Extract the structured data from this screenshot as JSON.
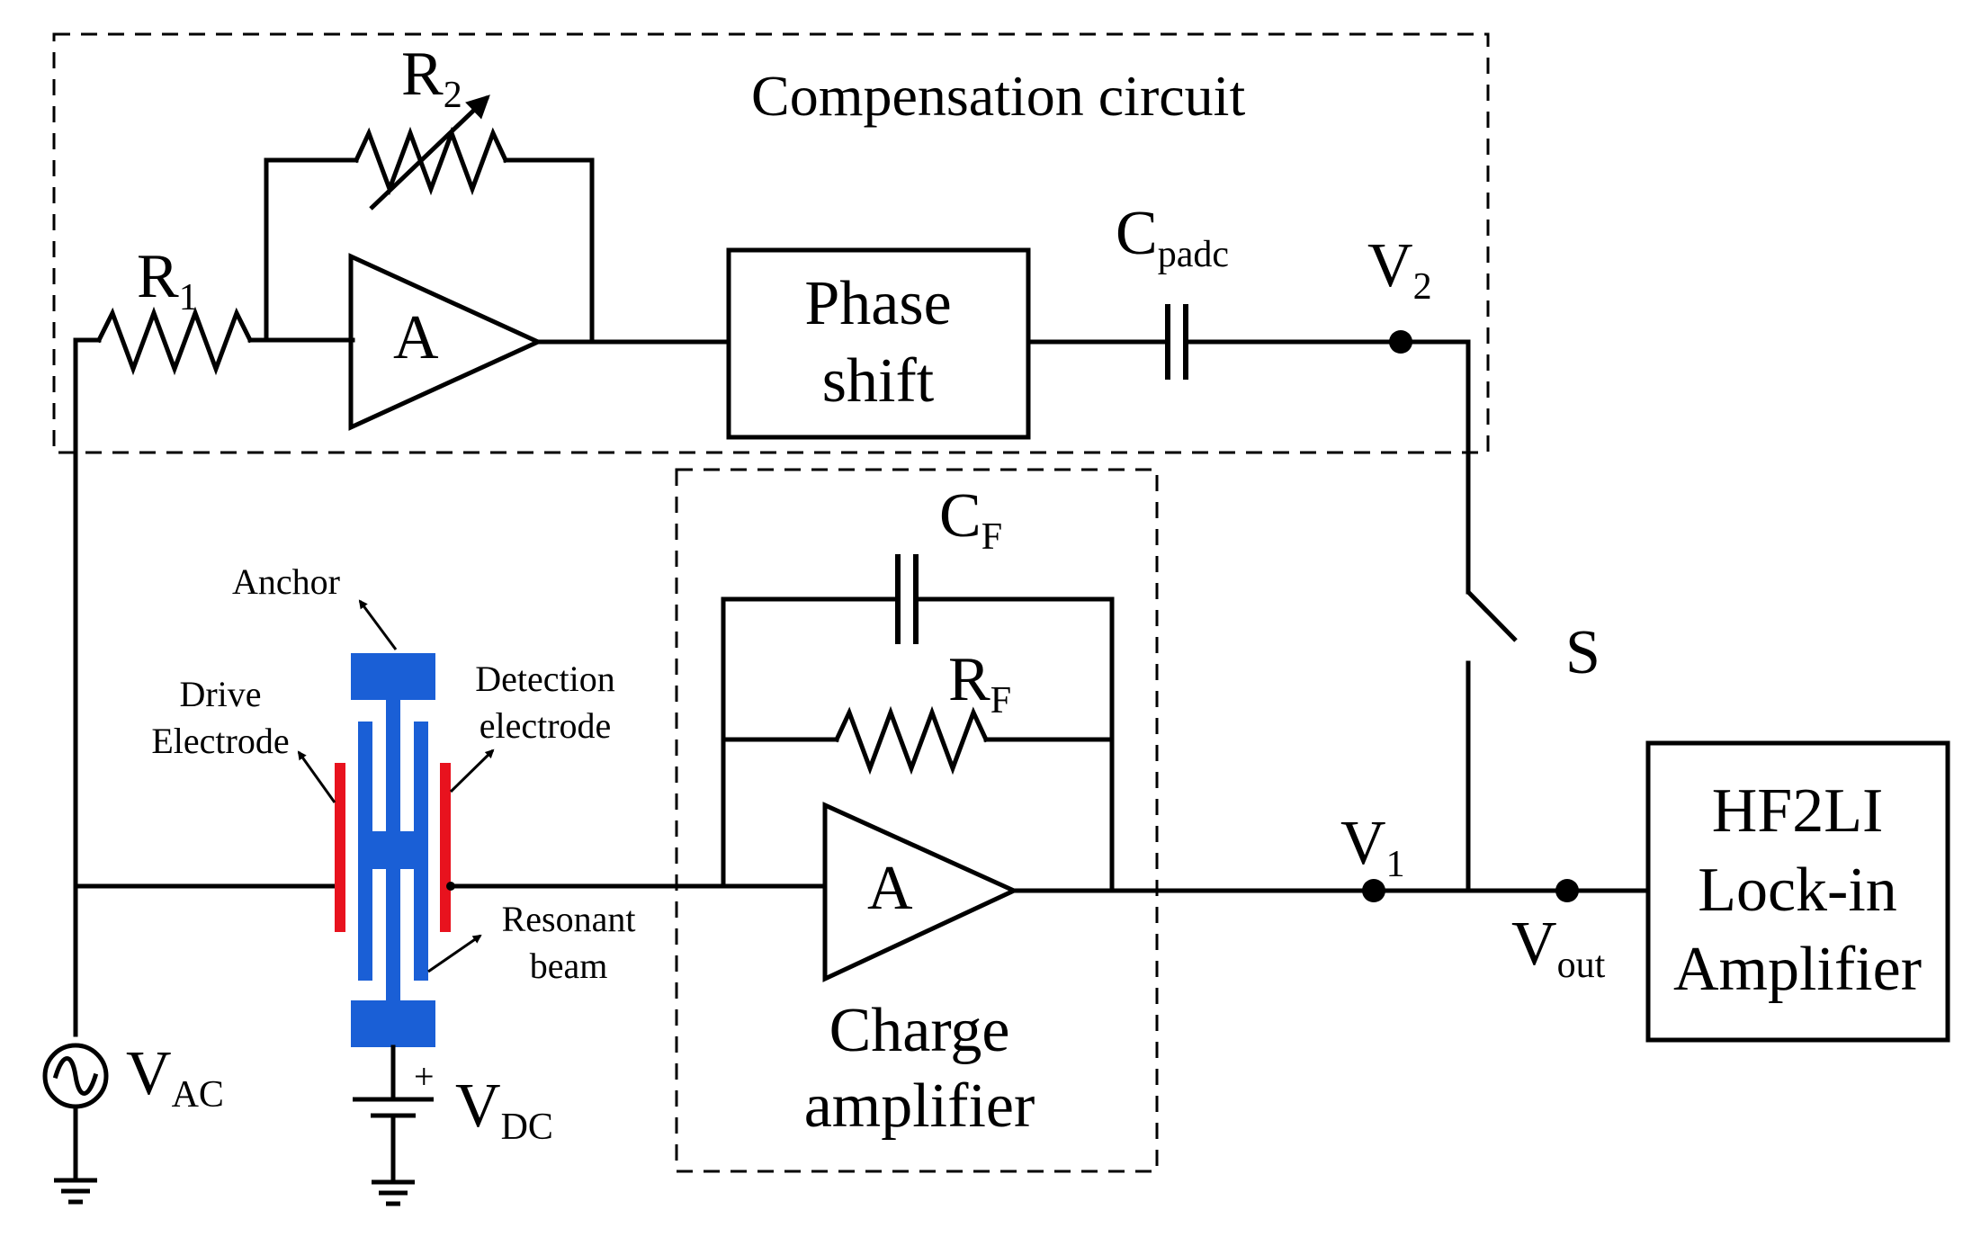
{
  "labels": {
    "compensation_circuit": "Compensation circuit",
    "r1": {
      "main": "R",
      "sub": "1"
    },
    "r2": {
      "main": "R",
      "sub": "2"
    },
    "amp_top": "A",
    "phase_shift_line1": "Phase",
    "phase_shift_line2": "shift",
    "cpadc": {
      "main": "C",
      "sub": "padc"
    },
    "v2": {
      "main": "V",
      "sub": "2"
    },
    "cf": {
      "main": "C",
      "sub": "F"
    },
    "rf": {
      "main": "R",
      "sub": "F"
    },
    "amp_charge": "A",
    "charge_amplifier_line1": "Charge",
    "charge_amplifier_line2": "amplifier",
    "switch": "S",
    "v1": {
      "main": "V",
      "sub": "1"
    },
    "vout": {
      "main": "V",
      "sub": "out"
    },
    "lockin_line1": "HF2LI",
    "lockin_line2": "Lock-in",
    "lockin_line3": "Amplifier",
    "vac": {
      "main": "V",
      "sub": "AC"
    },
    "vdc": {
      "main": "V",
      "sub": "DC"
    },
    "plus": "+",
    "anchor": "Anchor",
    "drive_electrode_line1": "Drive",
    "drive_electrode_line2": "Electrode",
    "detection_electrode_line1": "Detection",
    "detection_electrode_line2": "electrode",
    "resonant_beam_line1": "Resonant",
    "resonant_beam_line2": "beam"
  },
  "colors": {
    "resonator": "#1a5fd6",
    "electrode": "#e8121e",
    "wire": "#000000"
  }
}
